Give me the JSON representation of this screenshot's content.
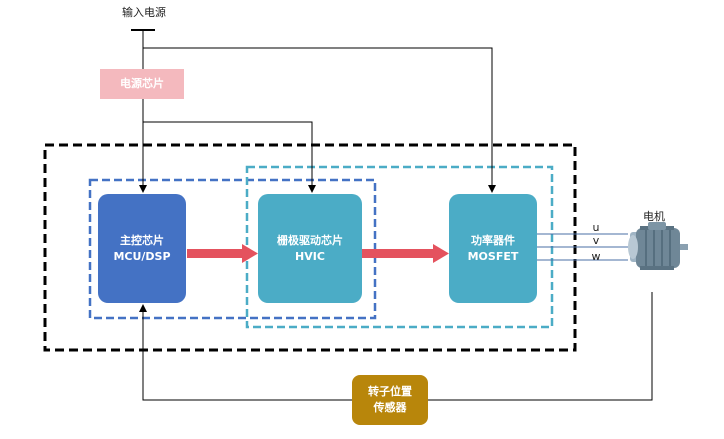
{
  "power_input": {
    "label": "输入电源"
  },
  "power_chip": {
    "label": "电源芯片"
  },
  "mcu": {
    "line1": "主控芯片",
    "line2": "MCU/DSP"
  },
  "gate_driver": {
    "line1": "栅极驱动芯片",
    "line2": "HVIC"
  },
  "power_device": {
    "line1": "功率器件",
    "line2": "MOSFET"
  },
  "motor": {
    "label": "电机"
  },
  "phases": [
    "u",
    "v",
    "w"
  ],
  "sensor": {
    "line1": "转子位置",
    "line2": "传感器"
  },
  "colors": {
    "mcu": "#4472c4",
    "driver": "#4bacc6",
    "power_chip": "#f4b9be",
    "sensor": "#b8860b",
    "signal_arrow": "#e4525e",
    "outer_border": "#000000",
    "blue_dashed": "#4472c4",
    "teal_dashed": "#4bacc6"
  }
}
